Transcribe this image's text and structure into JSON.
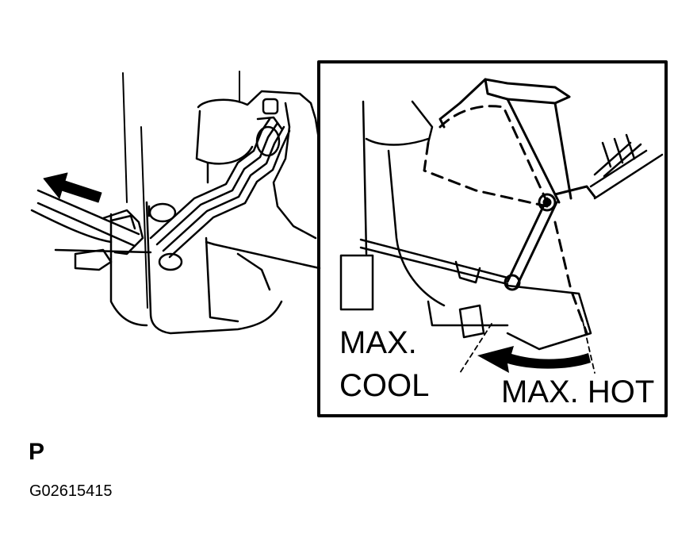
{
  "labels": {
    "max_cool_line1": "MAX.",
    "max_cool_line2": "COOL",
    "max_hot": "MAX. HOT",
    "view_letter": "P",
    "figure_code": "G02615415"
  },
  "colors": {
    "ink": "#000000",
    "paper": "#ffffff"
  }
}
